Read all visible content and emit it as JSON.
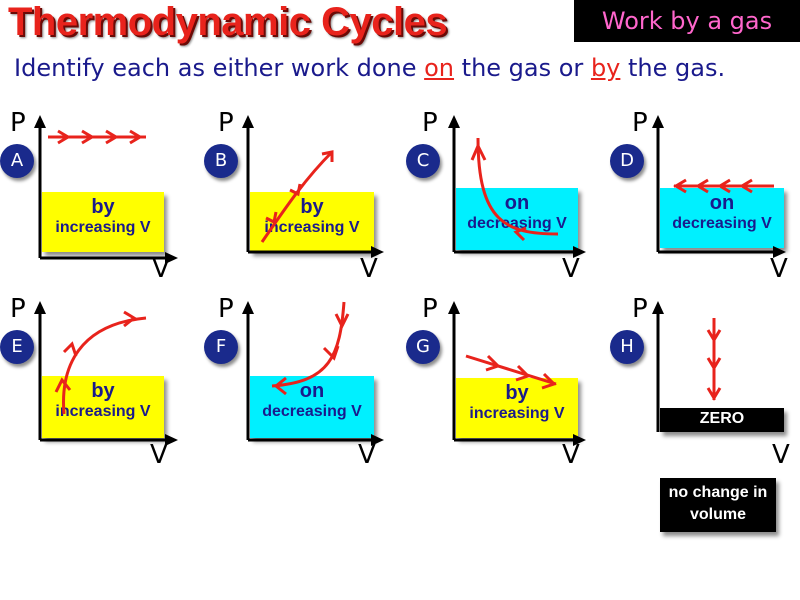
{
  "header": {
    "title": "Thermodynamic Cycles",
    "tag": "Work by a gas",
    "subtitle_pre": "Identify each as either work done ",
    "subtitle_on": "on",
    "subtitle_mid": " the gas or ",
    "subtitle_by": "by",
    "subtitle_post": " the gas."
  },
  "axis": {
    "p": "P",
    "v": "V"
  },
  "colors": {
    "title": "#e8231c",
    "tag_text": "#ff66cc",
    "subtitle": "#1a1a8c",
    "circle": "#1a2a8c",
    "by_box": "#ffff00",
    "on_box": "#00f0ff",
    "arrow": "#e8231c"
  },
  "panels": [
    {
      "letter": "A",
      "word": "by",
      "detail": "increasing V",
      "box": "yellow"
    },
    {
      "letter": "B",
      "word": "by",
      "detail": "increasing V",
      "box": "yellow"
    },
    {
      "letter": "C",
      "word": "on",
      "detail": "decreasing V",
      "box": "cyan"
    },
    {
      "letter": "D",
      "word": "on",
      "detail": "decreasing V",
      "box": "cyan"
    },
    {
      "letter": "E",
      "word": "by",
      "detail": "increasing V",
      "box": "yellow"
    },
    {
      "letter": "F",
      "word": "on",
      "detail": "decreasing V",
      "box": "cyan"
    },
    {
      "letter": "G",
      "word": "by",
      "detail": "increasing V",
      "box": "yellow"
    },
    {
      "letter": "H",
      "word": "ZERO",
      "detail": "",
      "box": "black"
    }
  ],
  "note": "no change in volume"
}
